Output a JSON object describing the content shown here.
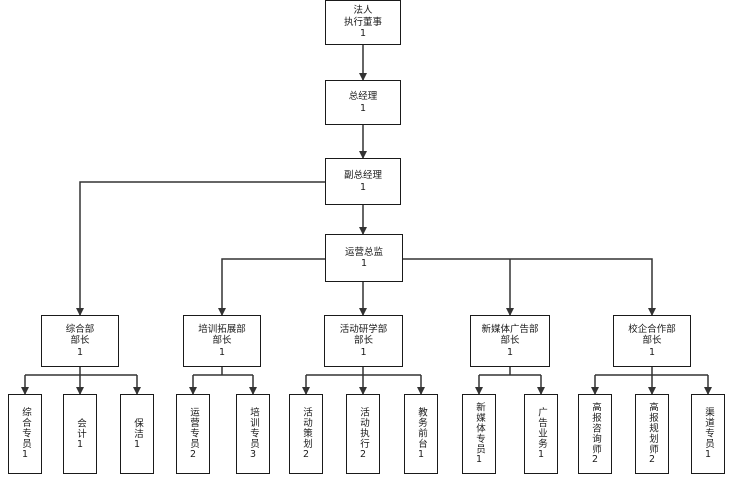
{
  "nodes": {
    "legal_rep": {
      "line1": "法人",
      "line2": "执行董事",
      "count": "1"
    },
    "gm": {
      "line1": "总经理",
      "count": "1"
    },
    "deputy_gm": {
      "line1": "副总经理",
      "count": "1"
    },
    "ops_director": {
      "line1": "运营总监",
      "count": "1"
    },
    "dept_general": {
      "line1": "综合部",
      "line2": "部长",
      "count": "1"
    },
    "dept_training": {
      "line1": "培训拓展部",
      "line2": "部长",
      "count": "1"
    },
    "dept_activity": {
      "line1": "活动研学部",
      "line2": "部长",
      "count": "1"
    },
    "dept_media": {
      "line1": "新媒体广告部",
      "line2": "部长",
      "count": "1"
    },
    "dept_school": {
      "line1": "校企合作部",
      "line2": "部长",
      "count": "1"
    },
    "staff_general_clerk": {
      "text": "综合专员",
      "count": "1"
    },
    "staff_accountant": {
      "text": "会计",
      "count": "1"
    },
    "staff_cleaner": {
      "text": "保洁",
      "count": "1"
    },
    "staff_ops_specialist": {
      "text": "运营专员",
      "count": "2"
    },
    "staff_training_specialist": {
      "text": "培训专员",
      "count": "3"
    },
    "staff_activity_planning": {
      "text": "活动策划",
      "count": "2"
    },
    "staff_activity_exec": {
      "text": "活动执行",
      "count": "2"
    },
    "staff_front_desk": {
      "text": "教务前台",
      "count": "1"
    },
    "staff_media_specialist": {
      "text": "新媒体专员",
      "count": "1"
    },
    "staff_ad_business": {
      "text": "广告业务",
      "count": "1"
    },
    "staff_consultant": {
      "text": "高报咨询师",
      "count": "2"
    },
    "staff_planner": {
      "text": "高报规划师",
      "count": "2"
    },
    "staff_channel": {
      "text": "渠道专员",
      "count": "1"
    }
  }
}
